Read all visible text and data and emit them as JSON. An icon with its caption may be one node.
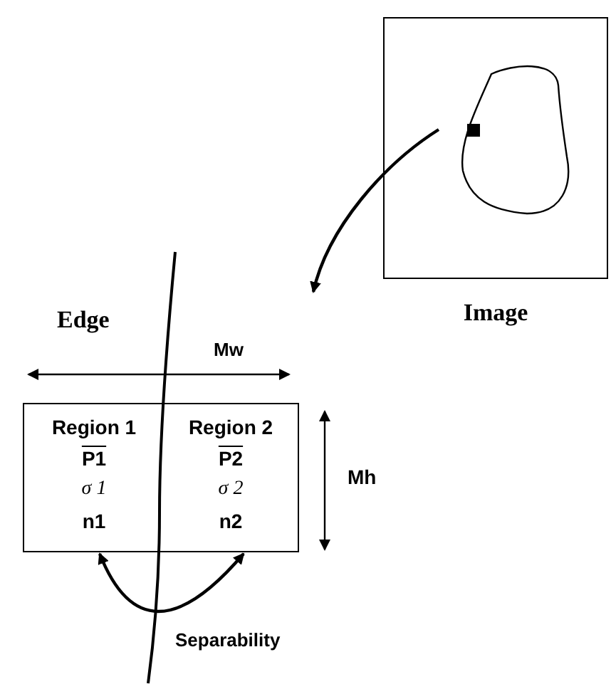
{
  "diagram": {
    "nodes": [
      {
        "text": [
          "Image"
        ]
      },
      {
        "text": [],
        "shape": "box",
        "in": 0
      },
      {
        "text": [],
        "shape": "box"
      },
      {
        "text": [
          "Region 1",
          "P1",
          "σ 1",
          "n1"
        ],
        "in": 2
      },
      {
        "text": [
          "Region 2",
          "P2",
          "σ 2",
          "n2"
        ],
        "in": 2
      }
    ],
    "edges": [
      {
        "from": 1,
        "to": null,
        "arrow": "to"
      },
      {
        "from": 3,
        "to": 4,
        "arrow": "both",
        "label": "Separability"
      }
    ],
    "labels": [
      "Edge",
      "Mw",
      "Mh"
    ]
  }
}
